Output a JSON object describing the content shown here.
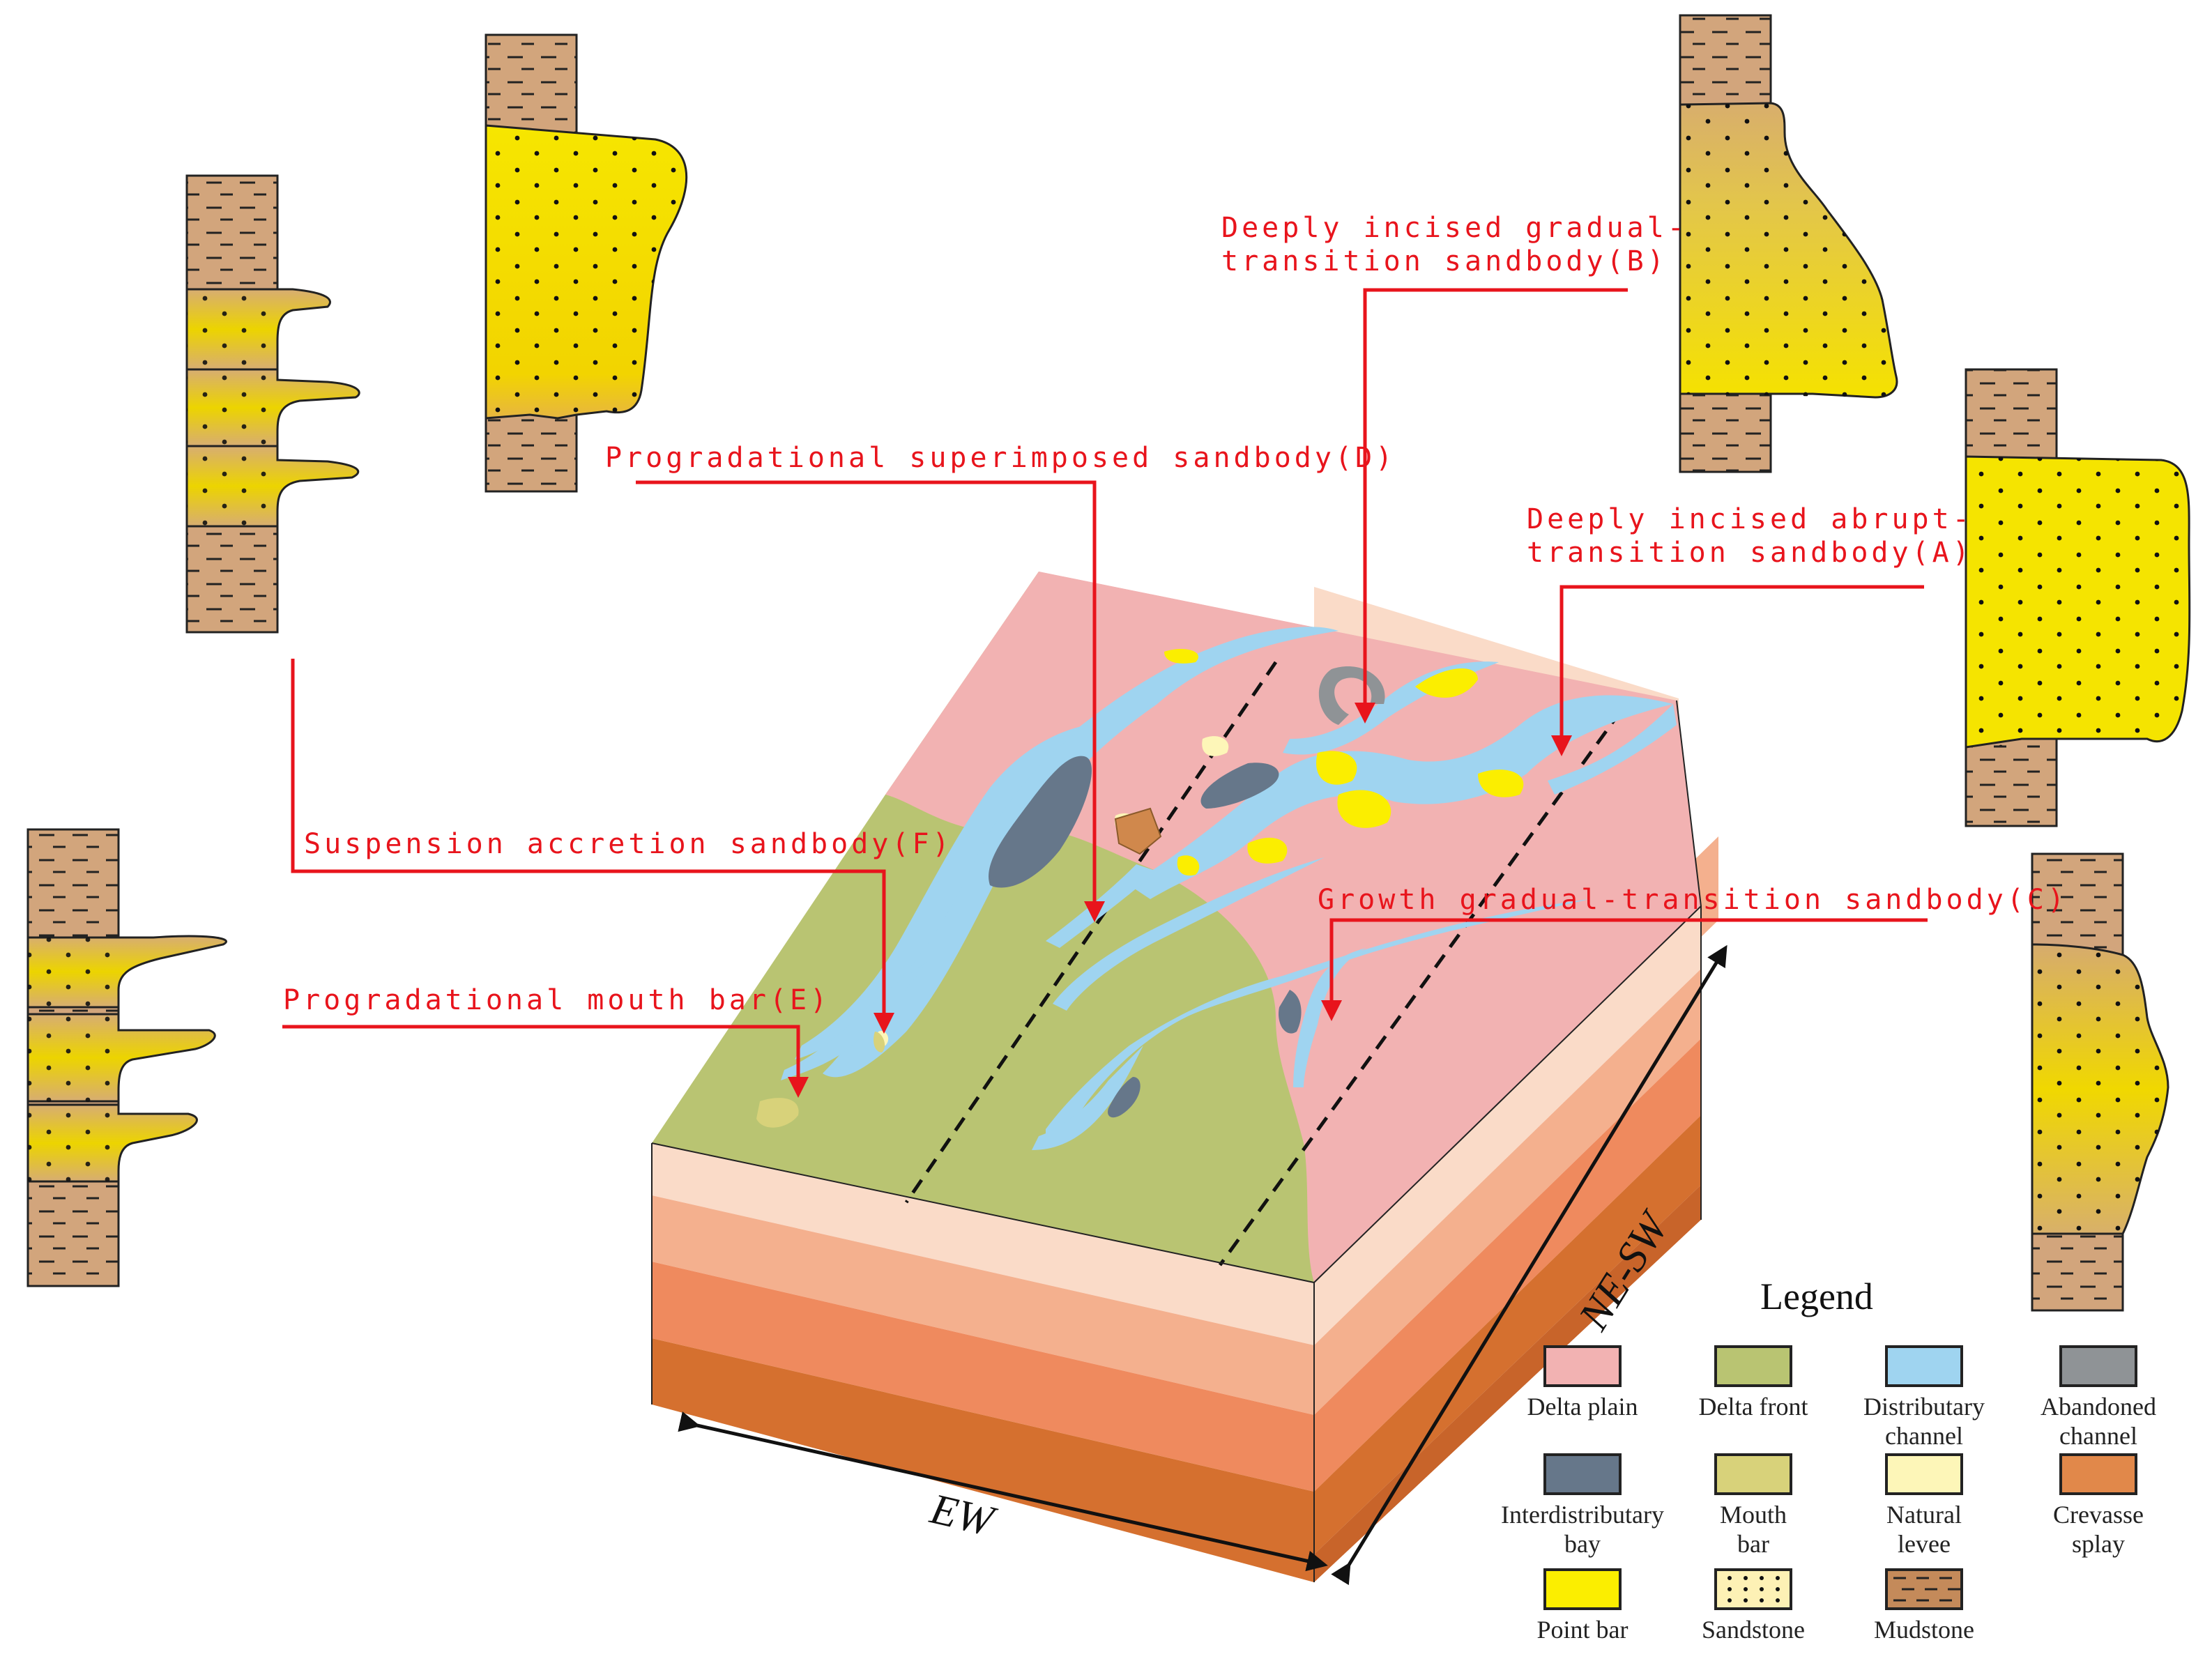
{
  "annotations": {
    "b_line1": "Deeply incised gradual-",
    "b_line2": "transition sandbody(B)",
    "d": "Progradational superimposed sandbody(D)",
    "a_line1": "Deeply incised abrupt-",
    "a_line2": "transition sandbody(A)",
    "f": "Suspension accretion sandbody(F)",
    "c": "Growth gradual-transition sandbody(C)",
    "e": "Progradational mouth bar(E)"
  },
  "axes": {
    "ew": "EW",
    "ne_sw": "NE-SW"
  },
  "legend": {
    "title": "Legend",
    "items": [
      {
        "lines": [
          "Delta plain"
        ],
        "color": "#f2b2b2",
        "pattern": "none"
      },
      {
        "lines": [
          "Delta front"
        ],
        "color": "#b9c472",
        "pattern": "none"
      },
      {
        "lines": [
          "Distributary",
          "channel"
        ],
        "color": "#9fd4f0",
        "pattern": "none"
      },
      {
        "lines": [
          "Abandoned",
          "channel"
        ],
        "color": "#8f9396",
        "pattern": "none"
      },
      {
        "lines": [
          "Interdistributary",
          "bay"
        ],
        "color": "#66778a",
        "pattern": "none"
      },
      {
        "lines": [
          "Mouth",
          "bar"
        ],
        "color": "#d8d27a",
        "pattern": "none"
      },
      {
        "lines": [
          "Natural",
          "levee"
        ],
        "color": "#fdf6b8",
        "pattern": "none"
      },
      {
        "lines": [
          "Crevasse",
          "splay"
        ],
        "color": "#e1884a",
        "pattern": "none"
      },
      {
        "lines": [
          "Point bar"
        ],
        "color": "#fbee00",
        "pattern": "none"
      },
      {
        "lines": [
          "Sandstone"
        ],
        "color": "#fdf1b5",
        "pattern": "dots"
      },
      {
        "lines": [
          "Mudstone"
        ],
        "color": "#c48a5a",
        "pattern": "dashes"
      }
    ]
  },
  "colors": {
    "annotation": "#e8141c",
    "delta_plain": "#f2b2b2",
    "delta_front": "#b9c472",
    "channel": "#9fd4f0",
    "mudstone": "#d2a57c",
    "sand_yellow": "#f5e100",
    "sand_tan": "#d8b06a",
    "layers": [
      "#fadbc8",
      "#f4b08e",
      "#ef8a5e",
      "#d5702f"
    ]
  }
}
